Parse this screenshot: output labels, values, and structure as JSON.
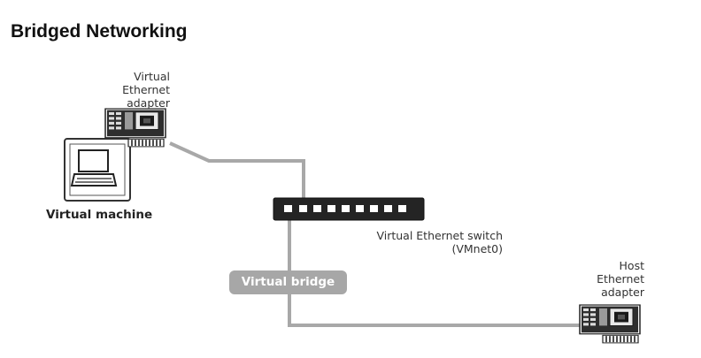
{
  "title": "Bridged Networking",
  "vm_adapter_label": [
    "Virtual",
    "Ethernet",
    "adapter"
  ],
  "vm_label": "Virtual machine",
  "switch_label": [
    "Virtual Ethernet switch",
    "(VMnet0)"
  ],
  "bridge_label": "Virtual bridge",
  "host_adapter_label": [
    "Host",
    "Ethernet",
    "adapter"
  ],
  "icons": {
    "virtual_adapter": "network-card-icon",
    "virtual_machine": "computer-icon",
    "switch": "ethernet-switch-icon",
    "host_adapter": "network-card-icon"
  }
}
